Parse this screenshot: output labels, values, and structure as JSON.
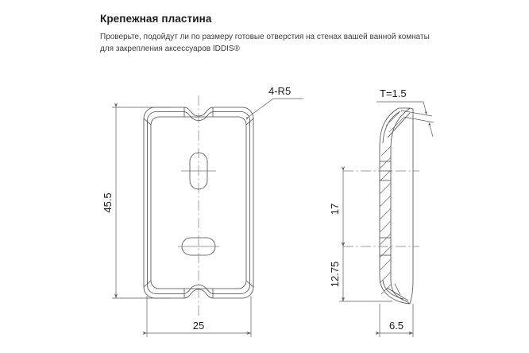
{
  "header": {
    "title": "Крепежная пластина",
    "subtitle_line1": "Проверьте, подойдут ли по размеру готовые отверстия на стенах вашей ванной комнаты",
    "subtitle_line2": "для закрепления аксессуаров IDDIS®"
  },
  "drawing": {
    "type": "technical-drawing",
    "part_name": "Крепежная пластина",
    "views": [
      {
        "name": "front-view",
        "label": ""
      },
      {
        "name": "side-section-view",
        "label": ""
      }
    ],
    "dimensions": {
      "height": "45.5",
      "width": "25",
      "corner_radius": "4-R5",
      "thickness": "T=1.5",
      "hole_spacing": "17",
      "lower_hole_to_bottom": "12.75",
      "depth": "6.5"
    }
  },
  "colors": {
    "line": "#4a4a4a",
    "hatch": "#6e6e6e",
    "dimension": "#5a5a5a",
    "centerline": "#7d7d7d",
    "text": "#1d1d1b",
    "subtitle_text": "#3c3c3b",
    "background": "#ffffff"
  }
}
